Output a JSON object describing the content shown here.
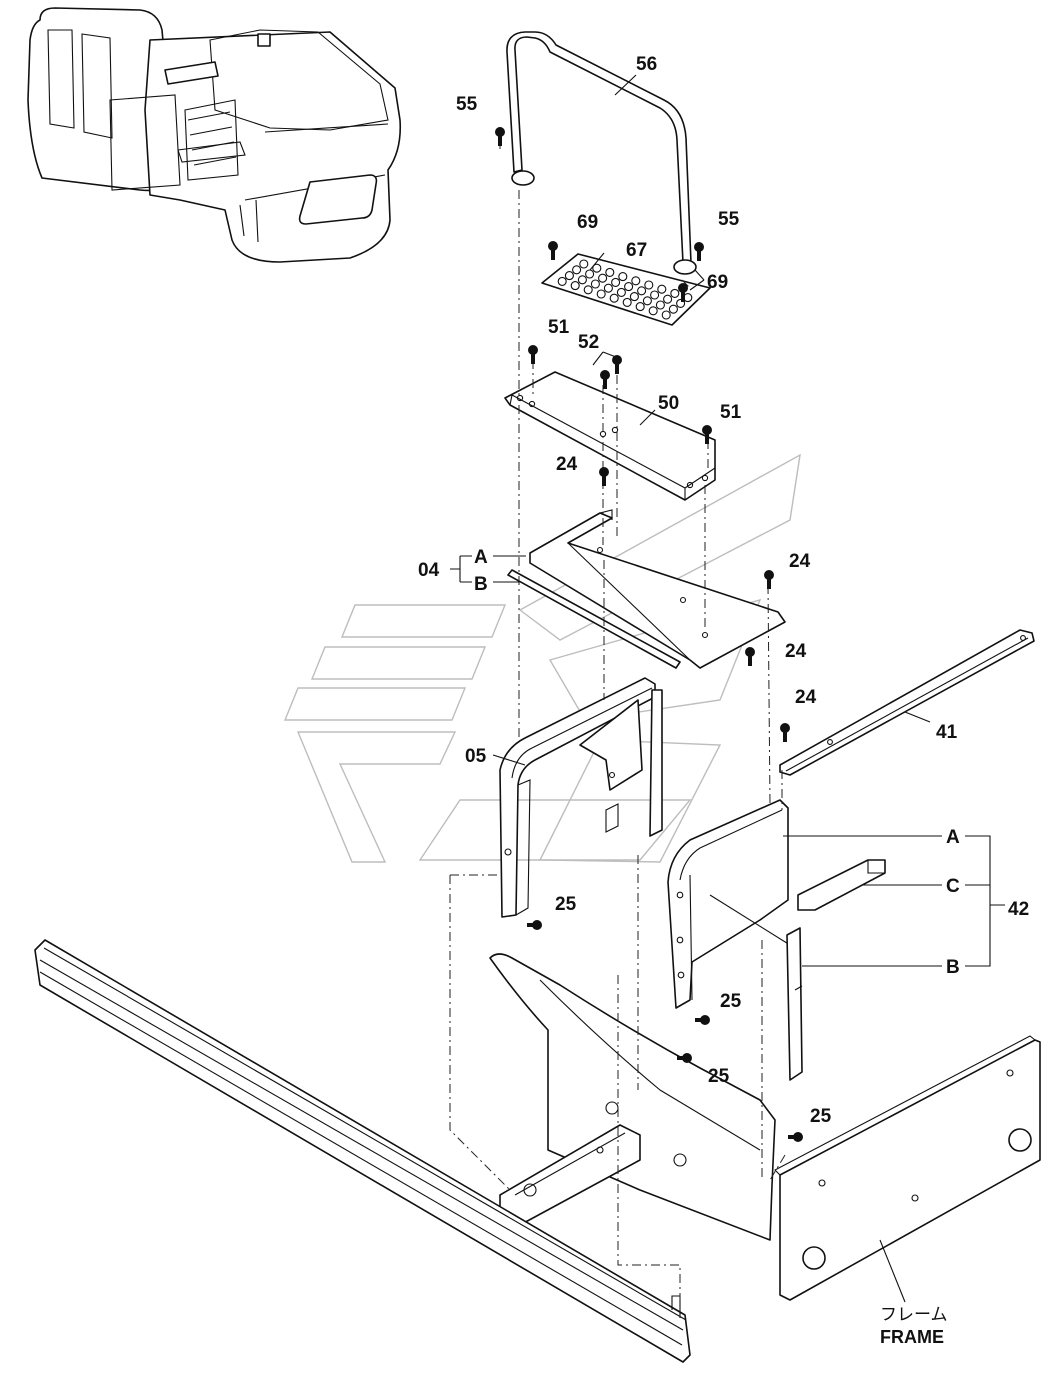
{
  "callouts": {
    "c56": "56",
    "c55a": "55",
    "c55b": "55",
    "c69a": "69",
    "c69b": "69",
    "c67": "67",
    "c51a": "51",
    "c52": "52",
    "c50": "50",
    "c51b": "51",
    "c24a": "24",
    "c24b": "24",
    "c24c": "24",
    "c24d": "24",
    "c04": "04",
    "c04A": "A",
    "c04B": "B",
    "c41": "41",
    "c05": "05",
    "c25a": "25",
    "c25b": "25",
    "c25c": "25",
    "c25d": "25",
    "c42": "42",
    "c42A": "A",
    "c42B": "B",
    "c42C": "C"
  },
  "frame_label": {
    "japanese": "フレーム",
    "english": "FRAME"
  },
  "icons": {
    "machine": "excavator-overview-icon",
    "watermark": "brand-watermark-icon"
  },
  "colors": {
    "ink": "#111111",
    "watermark": "#bdbdbd",
    "background": "#ffffff"
  }
}
